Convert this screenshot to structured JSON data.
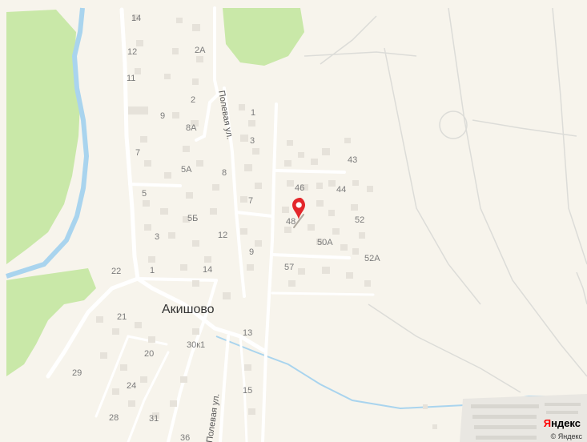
{
  "map": {
    "settlement": "Акишово",
    "streets": {
      "upper": "Полевая ул.",
      "lower": "Полевая ул."
    },
    "house_numbers": {
      "h14a": "14",
      "h12a": "12",
      "h2A": "2А",
      "h11": "11",
      "h2": "2",
      "h9": "9",
      "h8A": "8А",
      "h1a": "1",
      "h3a": "3",
      "h7a": "7",
      "h5A": "5А",
      "h8": "8",
      "h5": "5",
      "h7b": "7",
      "h5B": "5Б",
      "h12b": "12",
      "h3b": "3",
      "h9b": "9",
      "h1b": "1",
      "h14b": "14",
      "h22": "22",
      "h43": "43",
      "h46": "46",
      "h44": "44",
      "h48": "48",
      "h52": "52",
      "h50A": "50А",
      "h52A": "52А",
      "h57": "57",
      "h21": "21",
      "h13": "13",
      "h30k1": "30к1",
      "h20": "20",
      "h29": "29",
      "h24": "24",
      "h15": "15",
      "h28": "28",
      "h31": "31",
      "h36": "36"
    },
    "marker_icon": "location-pin-icon",
    "colors": {
      "background": "#f7f4ec",
      "forest": "#c9e8a8",
      "water": "#a9d4ee",
      "road": "#ffffff",
      "pin": "#e3262a"
    }
  },
  "branding": {
    "logo_ya": "Я",
    "logo_rest": "ндекс",
    "copyright": "© Яндекс"
  }
}
